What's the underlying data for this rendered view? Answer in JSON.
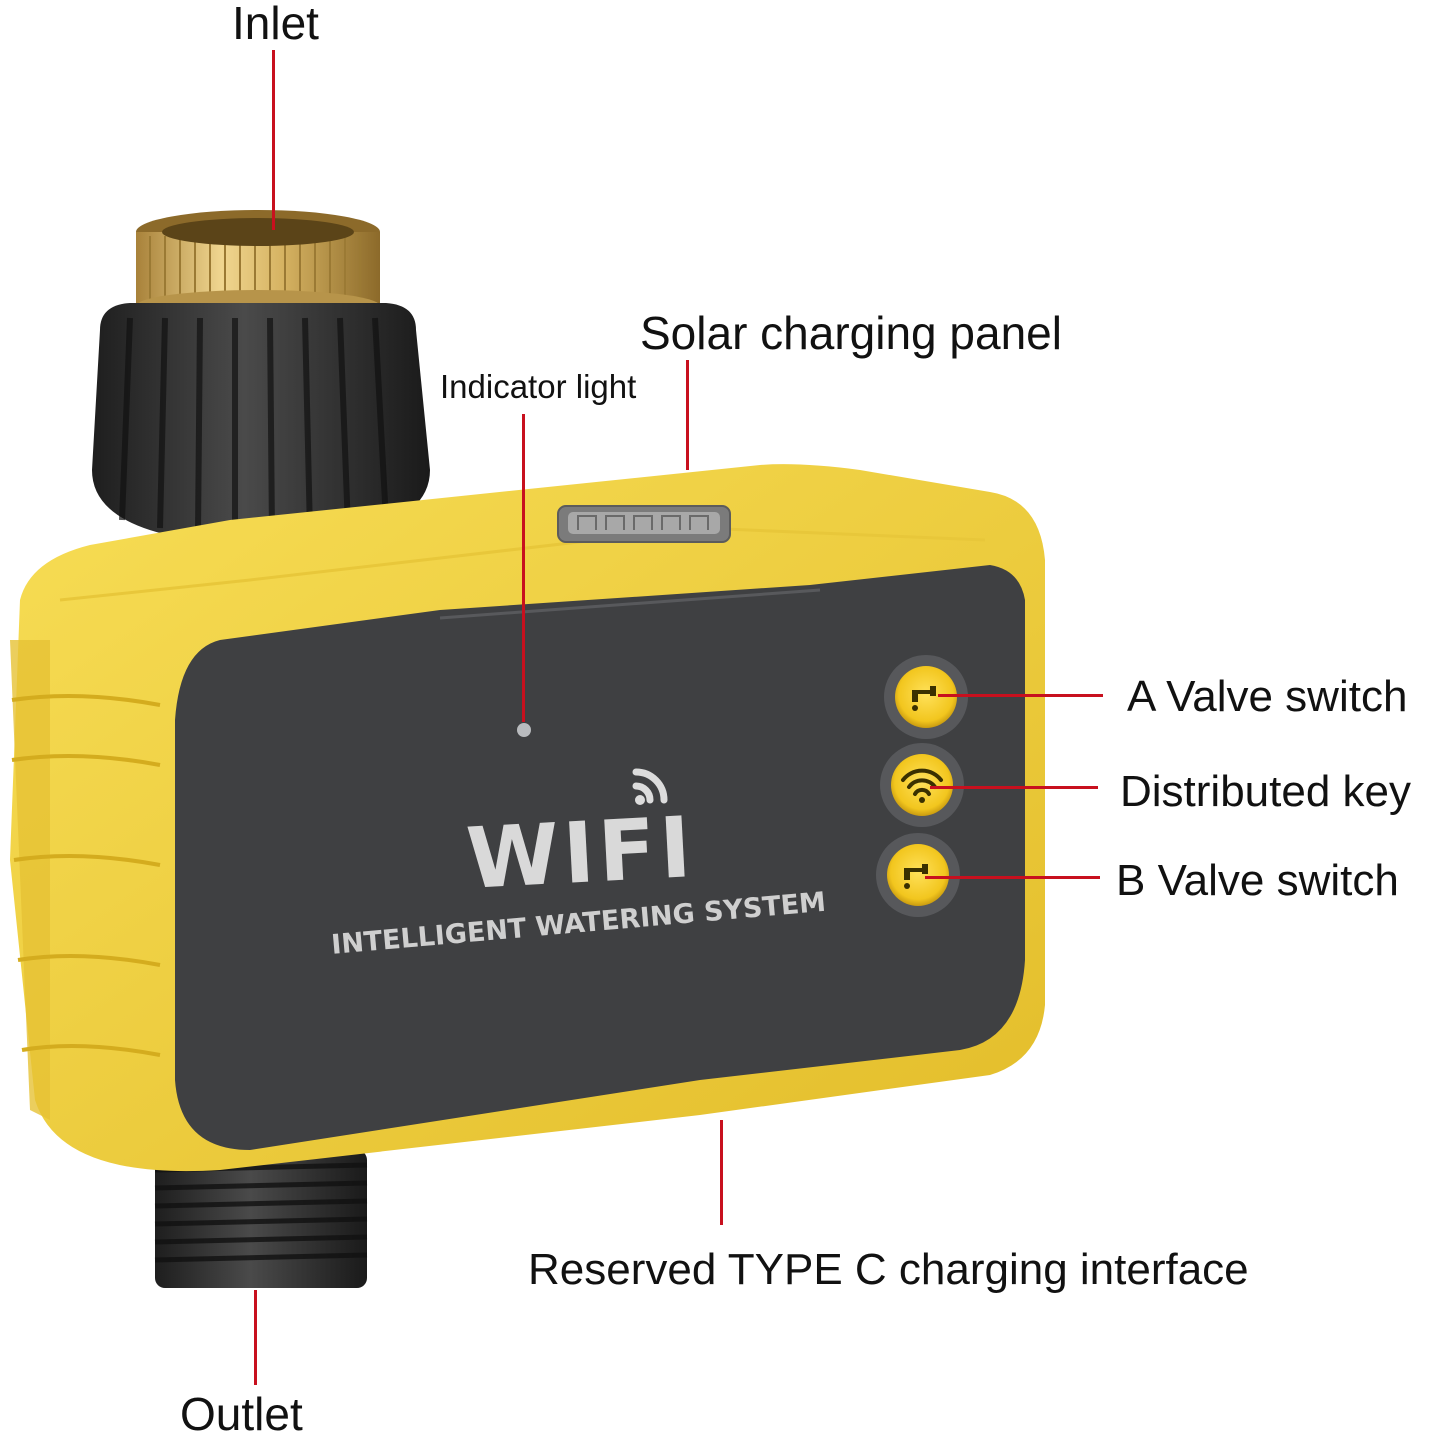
{
  "labels": {
    "inlet": "Inlet",
    "solar_panel": "Solar charging panel",
    "indicator_light": "Indicator light",
    "a_valve": "A Valve switch",
    "distributed_key": "Distributed key",
    "b_valve": "B Valve switch",
    "type_c": "Reserved TYPE C charging interface",
    "outlet": "Outlet"
  },
  "device": {
    "brand_text": "WIFI",
    "tagline": "INTELLIGENT WATERING SYSTEM"
  },
  "colors": {
    "housing": "#f2cf3a",
    "housing_shadow": "#d8b228",
    "panel": "#3f4042",
    "leader": "#c8101e",
    "brass": "#d8b565",
    "black_fitting": "#2c2c2c"
  },
  "icons": {
    "a_valve": "faucet-icon",
    "distributed_key": "wifi-icon",
    "b_valve": "faucet-icon",
    "signal": "wifi-signal-icon"
  }
}
